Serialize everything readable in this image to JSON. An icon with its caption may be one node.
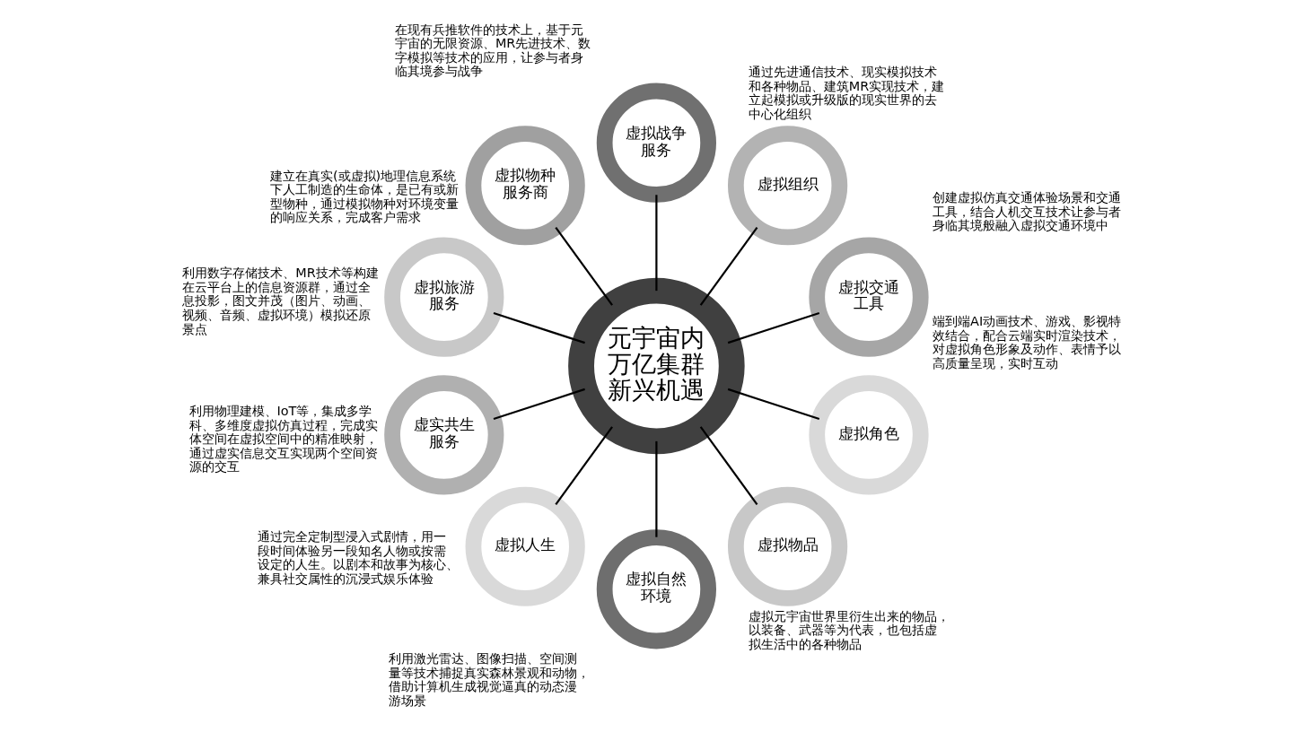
{
  "diagram": {
    "nodes": [
      {
        "text": [
          "元宇宙内万亿集群新兴机遇"
        ]
      },
      {
        "text": [
          "虚拟战争服务"
        ],
        "beside": [
          "在现有兵推软件的技术上，基于元宇宙的无限资源、MR先进技术、数字模拟等技术的应用，让参与者身临其境参与战争"
        ]
      },
      {
        "text": [
          "虚拟组织"
        ],
        "beside": [
          "通过先进通信技术、现实模拟技术和各种物品、建筑MR实现技术，建立起模拟或升级版的现实世界的去中心化组织"
        ]
      },
      {
        "text": [
          "虚拟交通工具"
        ],
        "beside": [
          "创建虚拟仿真交通体验场景和交通工具，结合人机交互技术让参与者身临其境般融入虚拟交通环境中"
        ]
      },
      {
        "text": [
          "虚拟角色"
        ],
        "beside": [
          "端到端AI动画技术、游戏、影视特效结合，配合云端实时渲染技术，对虚拟角色形象及动作、表情予以高质量呈现，实时互动"
        ]
      },
      {
        "text": [
          "虚拟物品"
        ],
        "beside": [
          "虚拟元宇宙世界里衍生出来的物品，以装备、武器等为代表，也包括虚拟生活中的各种物品"
        ]
      },
      {
        "text": [
          "虚拟自然环境"
        ],
        "beside": [
          "利用激光雷达、图像扫描、空间测量等技术捕捉真实森林景观和动物，借助计算机生成视觉逼真的动态漫游场景"
        ]
      },
      {
        "text": [
          "虚拟人生"
        ],
        "beside": [
          "通过完全定制型浸入式剧情，用一段时间体验另一段知名人物或按需设定的人生。以剧本和故事为核心、兼具社交属性的沉浸式娱乐体验"
        ]
      },
      {
        "text": [
          "虚实共生服务"
        ],
        "beside": [
          "利用物理建模、IoT等，集成多学科、多维度虚拟仿真过程，完成实体空间在虚拟空间中的精准映射，通过虚实信息交互实现两个空间资源的交互"
        ]
      },
      {
        "text": [
          "虚拟旅游服务"
        ],
        "beside": [
          "利用数字存储技术、MR技术等构建在云平台上的信息资源群，通过全息投影，图文并茂（图片、动画、视频、音频、虚拟环境）模拟还原景点"
        ]
      },
      {
        "text": [
          "虚拟物种服务商"
        ],
        "beside": [
          "建立在真实(或虚拟)地理信息系统下人工制造的生命体，是已有或新型物种，通过模拟物种对环境变量的响应关系，完成客户需求"
        ]
      }
    ],
    "edges": [
      {
        "from": 0,
        "to": 1,
        "arrow": "none"
      },
      {
        "from": 0,
        "to": 2,
        "arrow": "none"
      },
      {
        "from": 0,
        "to": 3,
        "arrow": "none"
      },
      {
        "from": 0,
        "to": 4,
        "arrow": "none"
      },
      {
        "from": 0,
        "to": 5,
        "arrow": "none"
      },
      {
        "from": 0,
        "to": 6,
        "arrow": "none"
      },
      {
        "from": 0,
        "to": 7,
        "arrow": "none"
      },
      {
        "from": 0,
        "to": 8,
        "arrow": "none"
      },
      {
        "from": 0,
        "to": 9,
        "arrow": "none"
      },
      {
        "from": 0,
        "to": 10,
        "arrow": "none"
      }
    ]
  }
}
